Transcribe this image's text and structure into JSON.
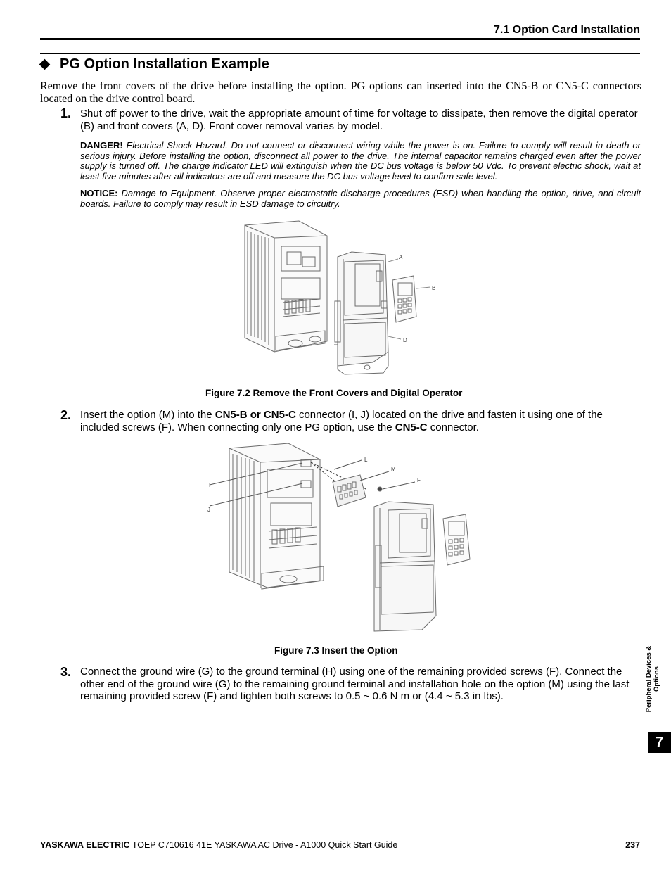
{
  "header": {
    "section_title": "7.1 Option Card Installation"
  },
  "heading": "PG Option Installation Example",
  "intro": "Remove the front covers of the drive before installing the option. PG options can inserted into the CN5-B or CN5-C connectors located on the drive control board.",
  "steps": [
    {
      "number": "1.",
      "text": "Shut off power to the drive, wait the appropriate amount of time for voltage to dissipate, then remove the digital operator (B) and front covers (A, D). Front cover removal varies by model."
    },
    {
      "number": "2.",
      "text_parts": [
        "Insert the option (M) into the ",
        "CN5-B or CN5-C",
        " connector (I, J) located on the drive and fasten it using one of the included screws (F). When connecting only one PG option, use the ",
        "CN5-C",
        " connector."
      ]
    },
    {
      "number": "3.",
      "text": "Connect the ground wire (G) to the ground terminal (H) using one of the remaining provided screws (F). Connect the other end of the ground wire (G) to the remaining ground terminal and installation hole on the option (M) using the last remaining provided screw (F) and tighten both screws to 0.5 ~ 0.6 N m or (4.4 ~ 5.3 in lbs)."
    }
  ],
  "danger": {
    "label": "DANGER!",
    "text": "Electrical Shock Hazard. Do not connect or disconnect wiring while the power is on. Failure to comply will result in death or serious injury. Before installing the option, disconnect all power to the drive. The internal capacitor remains charged even after the power supply is turned off. The charge indicator LED will extinguish when the DC bus voltage is below 50 Vdc. To prevent electric shock, wait at least five minutes after all indicators are off and measure the DC bus voltage level to confirm safe level."
  },
  "notice": {
    "label": "NOTICE:",
    "text": "Damage to Equipment. Observe proper electrostatic discharge procedures (ESD) when handling the option, drive, and circuit boards. Failure to comply may result in ESD damage to circuitry."
  },
  "figures": [
    {
      "caption": "Figure 7.2  Remove the Front Covers and Digital Operator",
      "labels": [
        "A",
        "B",
        "D"
      ]
    },
    {
      "caption": "Figure 7.3  Insert the Option",
      "labels": [
        "L",
        "M",
        "F",
        "I",
        "J"
      ]
    }
  ],
  "sidebar": {
    "label_line1": "Peripheral Devices &",
    "label_line2": "Options",
    "chapter": "7"
  },
  "footer": {
    "brand": "YASKAWA ELECTRIC",
    "doc": " TOEP C710616 41E YASKAWA AC Drive - A1000 Quick Start Guide",
    "page": "237"
  }
}
